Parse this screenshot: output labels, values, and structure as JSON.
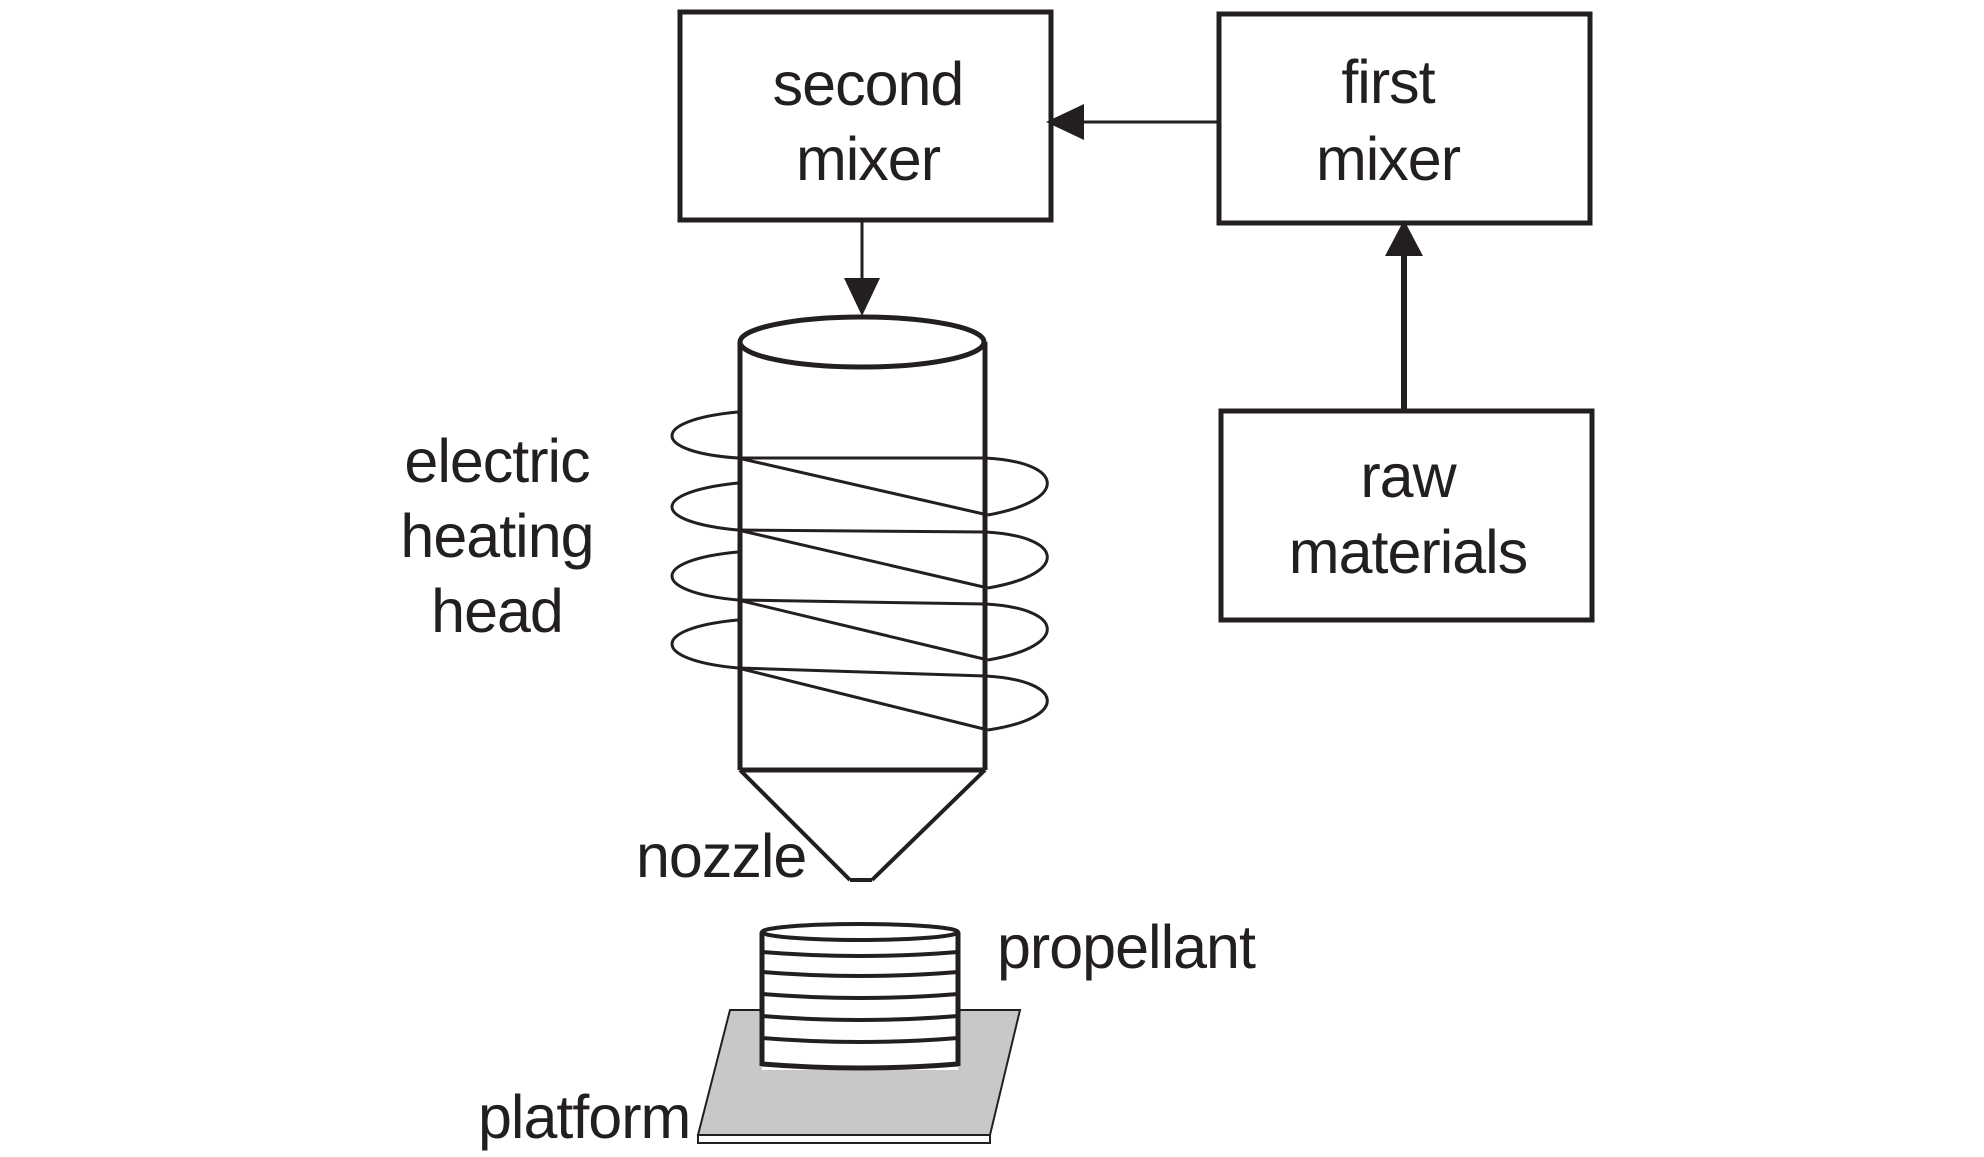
{
  "boxes": {
    "second_mixer": [
      "second",
      "mixer"
    ],
    "first_mixer": [
      "first",
      "mixer"
    ],
    "raw_materials": [
      "raw",
      "materials"
    ]
  },
  "labels": {
    "electric_heating_head": [
      "electric",
      "heating",
      "head"
    ],
    "nozzle": "nozzle",
    "propellant": "propellant",
    "platform": "platform"
  },
  "colors": {
    "stroke": "#231f20",
    "platform_fill": "#c8c8c8",
    "background": "#ffffff"
  }
}
